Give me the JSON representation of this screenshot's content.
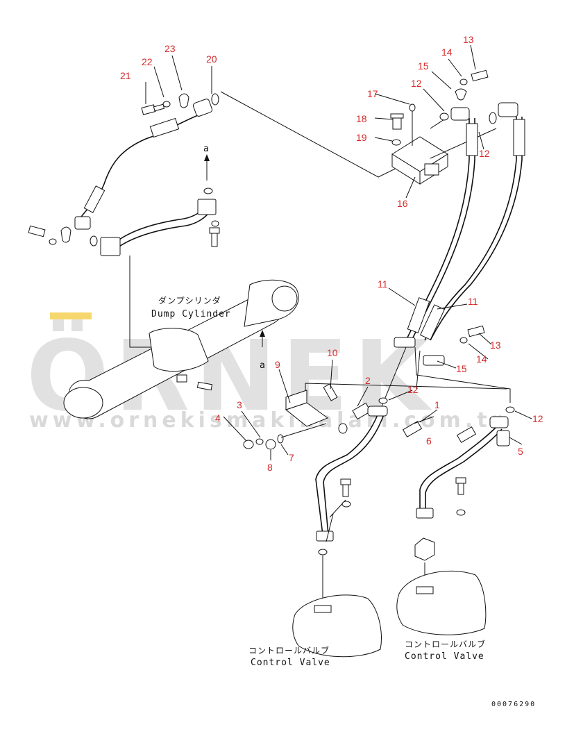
{
  "watermark": {
    "brand": "ÖRNEK",
    "url": "www.ornekismakinalari.com.tr",
    "accent": "#f5d76e"
  },
  "labels": {
    "dump_cylinder_jp": "ダンプシリンダ",
    "dump_cylinder_en": "Dump Cylinder",
    "control_valve_jp": "コントロールバルブ",
    "control_valve_en": "Control Valve",
    "view_a": "a",
    "drawing_number": "00076290"
  },
  "callouts": [
    "1",
    "2",
    "3",
    "4",
    "5",
    "6",
    "7",
    "8",
    "9",
    "10",
    "11",
    "12",
    "13",
    "14",
    "15",
    "16",
    "17",
    "18",
    "19",
    "20",
    "21",
    "22",
    "23"
  ],
  "colors": {
    "callout": "#d42a2a",
    "line": "#111111"
  }
}
